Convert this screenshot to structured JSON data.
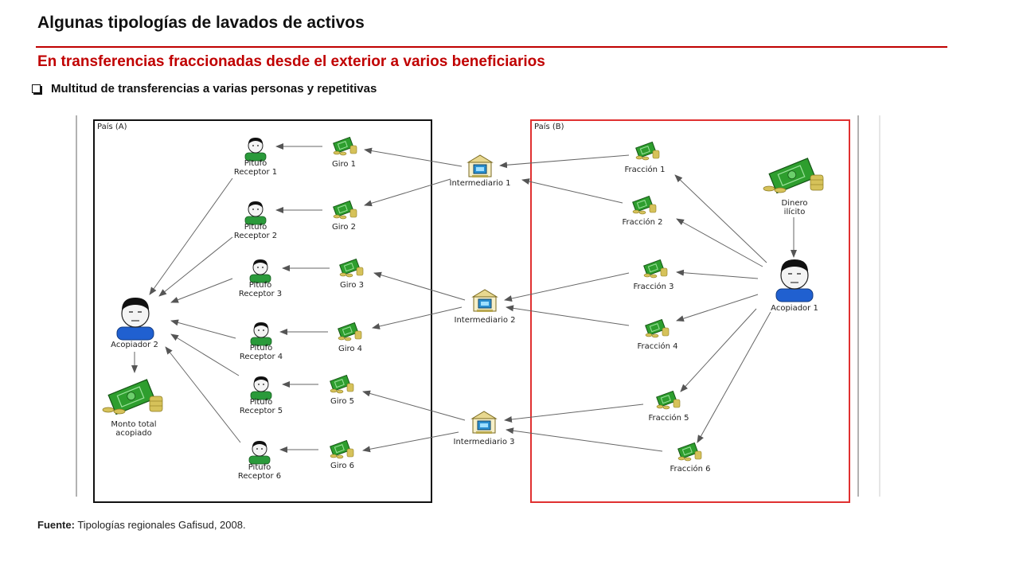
{
  "header": {
    "title": "Algunas tipologías de lavados de activos",
    "subtitle": "En transferencias fraccionadas desde el exterior a varios beneficiarios",
    "bullet": "Multitud de transferencias a varias personas y repetitivas"
  },
  "diagram": {
    "country_a": "País (A)",
    "country_b": "País (B)",
    "receptors": [
      {
        "l1": "Pitufo",
        "l2": "Receptor 1"
      },
      {
        "l1": "Pitufo",
        "l2": "Receptor 2"
      },
      {
        "l1": "Pitufo",
        "l2": "Receptor 3"
      },
      {
        "l1": "Pitufo",
        "l2": "Receptor 4"
      },
      {
        "l1": "Pitufo",
        "l2": "Receptor 5"
      },
      {
        "l1": "Pitufo",
        "l2": "Receptor 6"
      }
    ],
    "giros": [
      "Giro 1",
      "Giro 2",
      "Giro 3",
      "Giro 4",
      "Giro 5",
      "Giro 6"
    ],
    "intermediaries": [
      "Intermediario 1",
      "Intermediario 2",
      "Intermediario 3"
    ],
    "fracciones": [
      "Fracción 1",
      "Fracción 2",
      "Fracción 3",
      "Fracción 4",
      "Fracción 5",
      "Fracción 6"
    ],
    "acopiador1": "Acopiador 1",
    "acopiador2": "Acopiador 2",
    "dinero": {
      "l1": "Dinero",
      "l2": "ilícito"
    },
    "monto": {
      "l1": "Monto total",
      "l2": "acopiado"
    }
  },
  "footer": {
    "label": "Fuente:",
    "text": " Tipologías regionales Gafisud, 2008."
  },
  "colors": {
    "accent_red": "#c00000",
    "box_red": "#e03030",
    "money_green": "#2e9e2e",
    "person_blue": "#2060d0",
    "person_green": "#2a9a3a"
  }
}
